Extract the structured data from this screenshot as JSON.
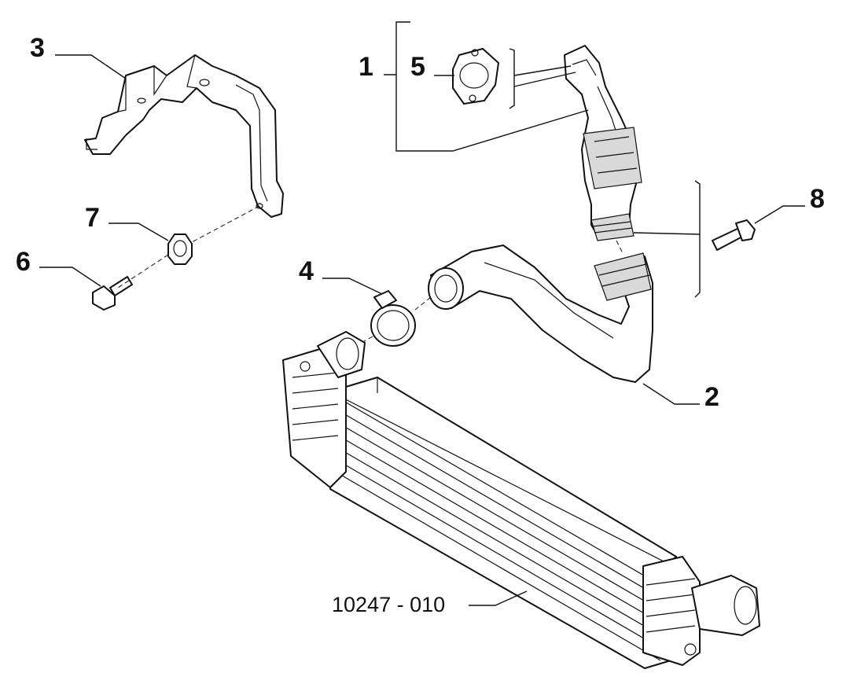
{
  "callouts": {
    "c1": "1",
    "c2": "2",
    "c3": "3",
    "c4": "4",
    "c5": "5",
    "c6": "6",
    "c7": "7",
    "c8": "8"
  },
  "reference_code": "10247 - 010"
}
